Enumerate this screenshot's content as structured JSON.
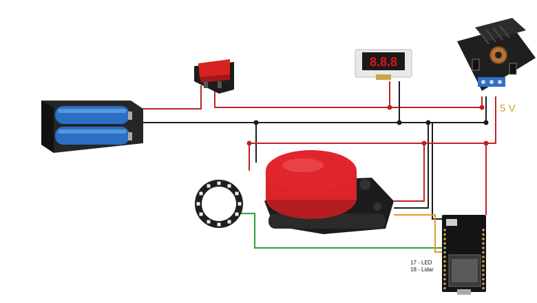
{
  "diagram": {
    "voltmeter_reading": "8.8.8",
    "voltage_label": "5 V",
    "pin_labels": [
      "17 - LED",
      "18 - Lidar"
    ],
    "colors": {
      "wire_red": "#c0211f",
      "wire_black": "#1a1a1a",
      "wire_green": "#2e9e3a",
      "wire_orange": "#e39a2a",
      "voltage_text": "#e39a2a",
      "led_ring": "#1e1e1e",
      "lidar_red": "#e0262c",
      "lidar_base": "#1c1c1c",
      "battery_cell": "#2a6fc4",
      "switch_red": "#d8221f",
      "display_digit": "#e2141a"
    },
    "components": [
      "battery-holder",
      "rocker-switch",
      "voltmeter-display",
      "buck-converter",
      "led-ring",
      "lidar-sensor",
      "esp32-board"
    ]
  }
}
